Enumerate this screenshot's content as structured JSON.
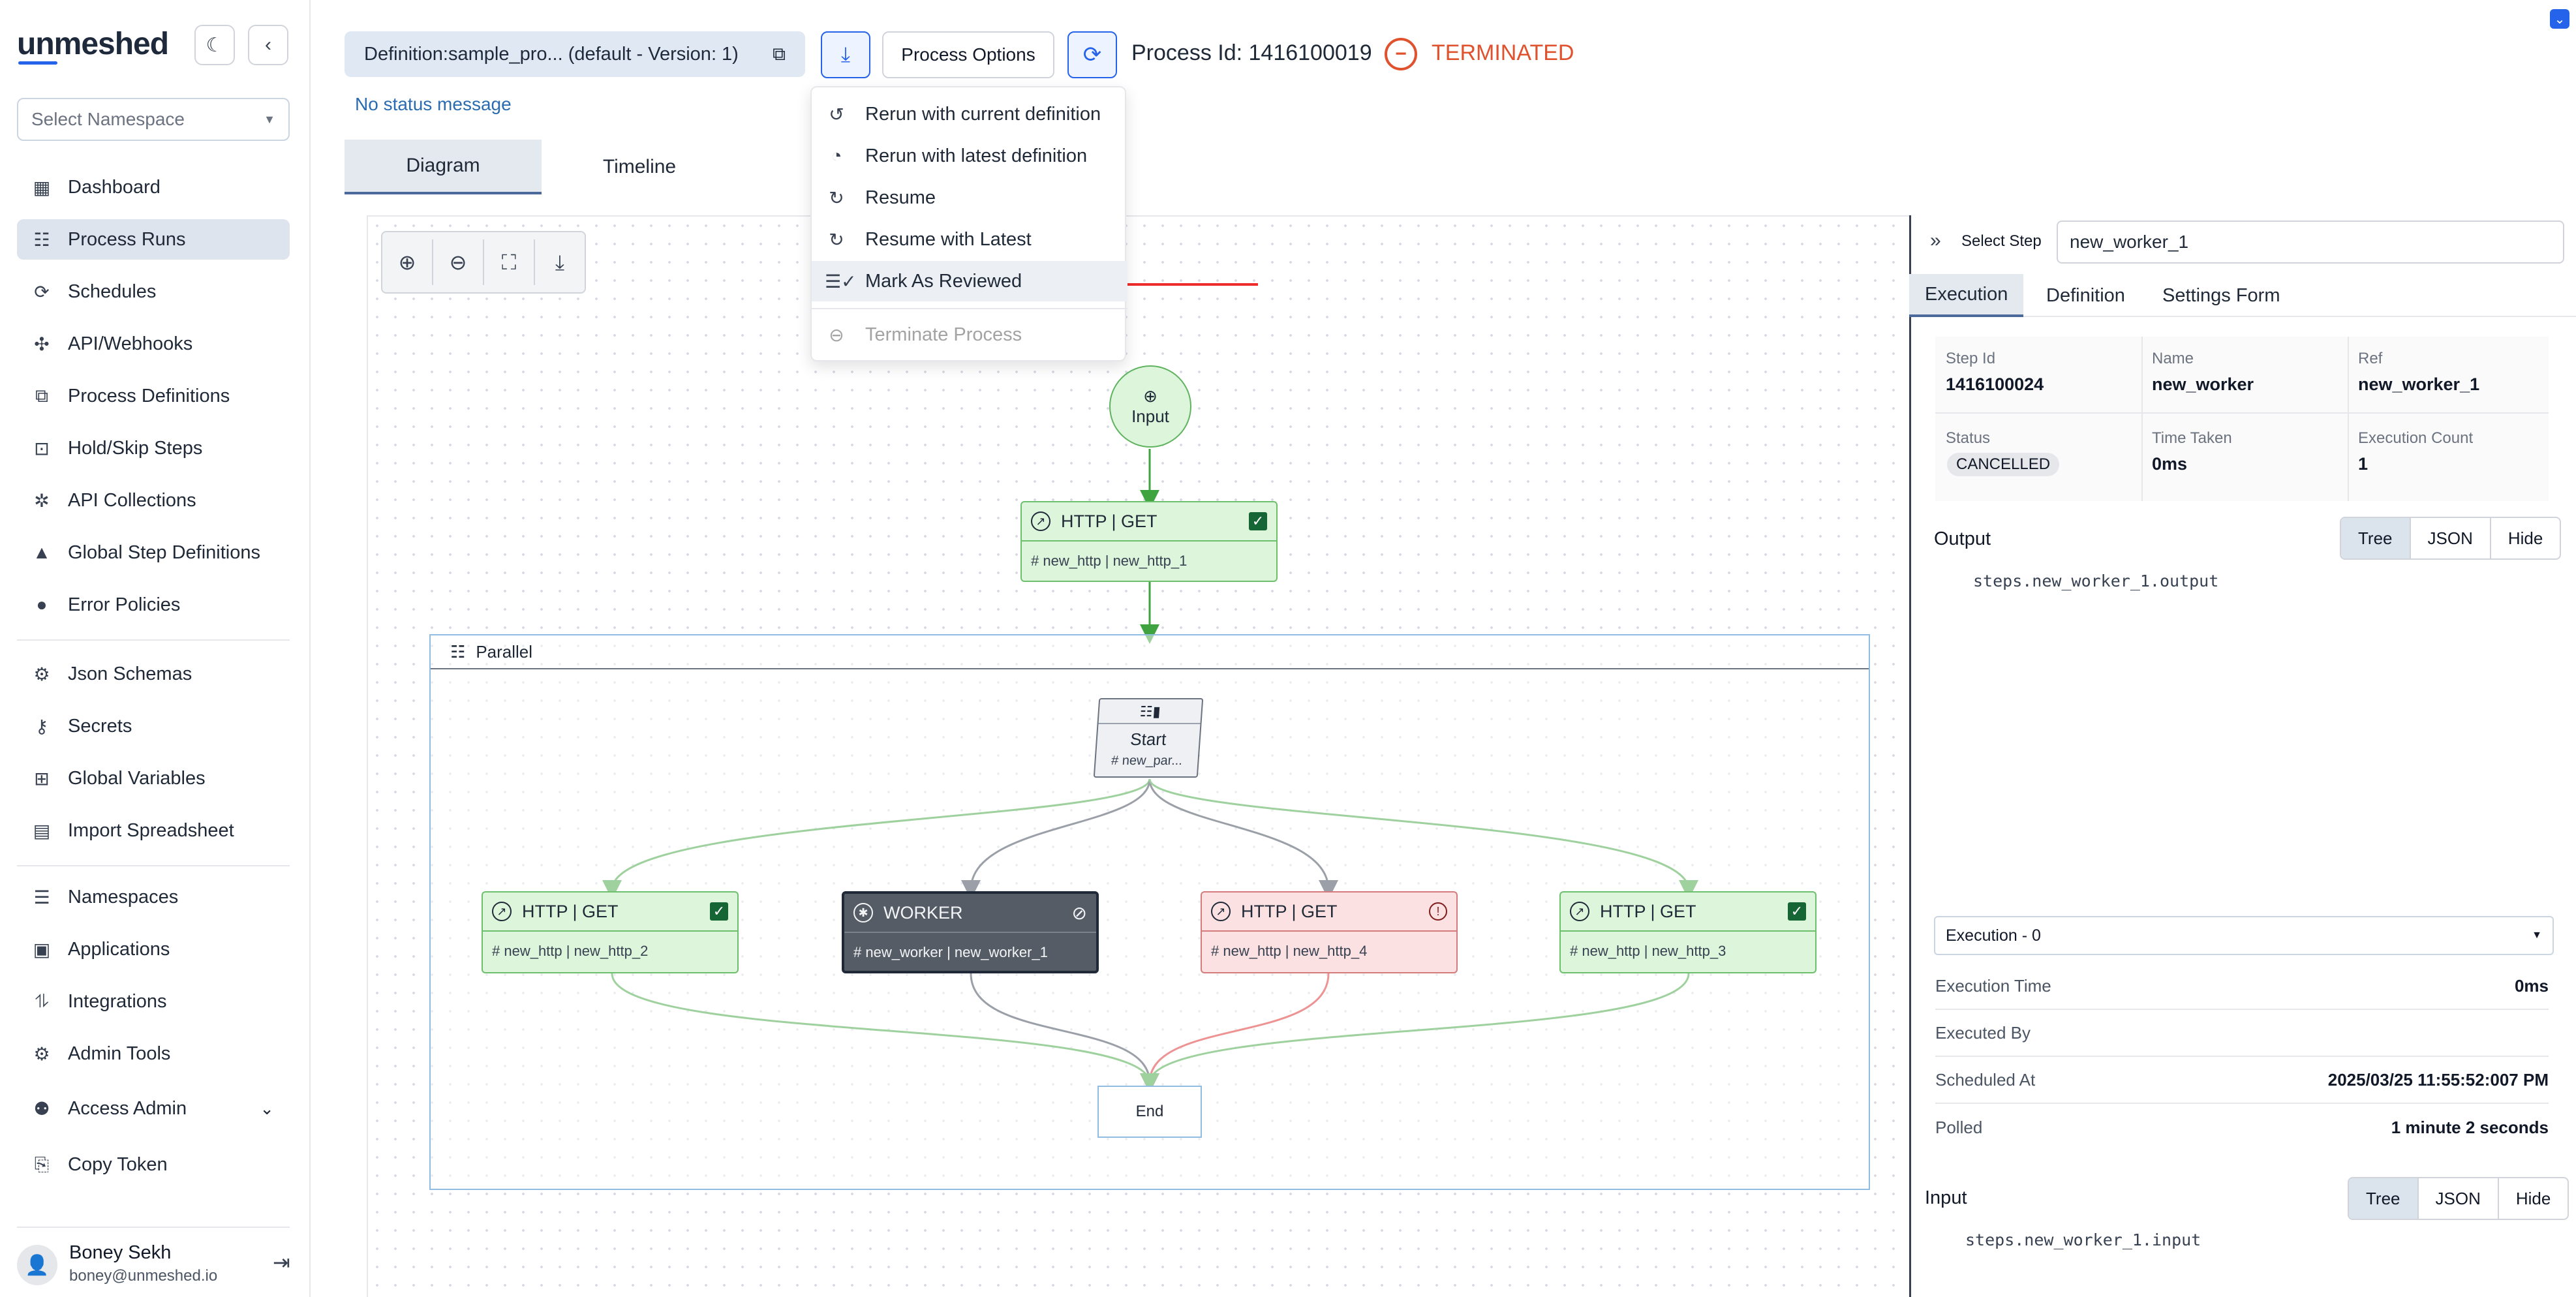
{
  "app": {
    "logo": "unmeshed"
  },
  "sidebar": {
    "namespace_placeholder": "Select Namespace",
    "items": [
      {
        "label": "Dashboard",
        "icon": "dashboard-icon"
      },
      {
        "label": "Process Runs",
        "icon": "process-runs-icon"
      },
      {
        "label": "Schedules",
        "icon": "schedules-icon"
      },
      {
        "label": "API/Webhooks",
        "icon": "webhooks-icon"
      },
      {
        "label": "Process Definitions",
        "icon": "process-definitions-icon"
      },
      {
        "label": "Hold/Skip Steps",
        "icon": "hold-skip-icon"
      },
      {
        "label": "API Collections",
        "icon": "api-collections-icon"
      },
      {
        "label": "Global Step Definitions",
        "icon": "global-steps-icon"
      },
      {
        "label": "Error Policies",
        "icon": "error-policies-icon"
      },
      {
        "label": "Json Schemas",
        "icon": "json-schemas-icon"
      },
      {
        "label": "Secrets",
        "icon": "key-icon"
      },
      {
        "label": "Global Variables",
        "icon": "global-variables-icon"
      },
      {
        "label": "Import Spreadsheet",
        "icon": "spreadsheet-icon"
      },
      {
        "label": "Namespaces",
        "icon": "namespaces-icon"
      },
      {
        "label": "Applications",
        "icon": "applications-icon"
      },
      {
        "label": "Integrations",
        "icon": "integrations-icon"
      },
      {
        "label": "Admin Tools",
        "icon": "admin-tools-icon"
      },
      {
        "label": "Access Admin",
        "icon": "access-admin-icon"
      },
      {
        "label": "Copy Token",
        "icon": "copy-icon"
      }
    ],
    "user": {
      "name": "Boney Sekh",
      "email": "boney@unmeshed.io"
    }
  },
  "topbar": {
    "definition_label": "Definition:sample_pro...  (default - Version: 1)",
    "process_options": "Process Options",
    "process_id": "Process Id: 1416100019",
    "status": "TERMINATED",
    "status_message": "No status message"
  },
  "tabs": {
    "diagram": "Diagram",
    "timeline": "Timeline"
  },
  "menu": {
    "items": [
      {
        "label": "Rerun with current definition",
        "icon": "rerun-icon"
      },
      {
        "label": "Rerun with latest definition",
        "icon": "rerun-latest-icon"
      },
      {
        "label": "Resume",
        "icon": "resume-icon"
      },
      {
        "label": "Resume with Latest",
        "icon": "resume-latest-icon"
      },
      {
        "label": "Mark As Reviewed",
        "icon": "mark-reviewed-icon"
      },
      {
        "label": "Terminate Process",
        "icon": "terminate-icon"
      }
    ]
  },
  "diagram": {
    "input": "Input",
    "http_top": {
      "title": "HTTP  | GET",
      "sub": "# new_http | new_http_1"
    },
    "parallel": "Parallel",
    "start": {
      "title": "Start",
      "sub": "# new_par..."
    },
    "branches": [
      {
        "title": "HTTP  | GET",
        "sub": "# new_http | new_http_2"
      },
      {
        "title": "WORKER",
        "sub": "# new_worker | new_worker_1"
      },
      {
        "title": "HTTP  | GET",
        "sub": "# new_http | new_http_4"
      },
      {
        "title": "HTTP  | GET",
        "sub": "# new_http | new_http_3"
      }
    ],
    "end": "End"
  },
  "panel": {
    "select_step_label": "Select Step",
    "select_step_value": "new_worker_1",
    "tabs": [
      "Execution",
      "Definition",
      "Settings Form"
    ],
    "step_id_label": "Step Id",
    "step_id": "1416100024",
    "name_label": "Name",
    "name": "new_worker",
    "ref_label": "Ref",
    "ref": "new_worker_1",
    "status_label": "Status",
    "status": "CANCELLED",
    "time_taken_label": "Time Taken",
    "time_taken": "0ms",
    "exec_count_label": "Execution Count",
    "exec_count": "1",
    "output_label": "Output",
    "view_modes": [
      "Tree",
      "JSON",
      "Hide"
    ],
    "output_value": "steps.new_worker_1.output",
    "execution_select": "Execution - 0",
    "details": [
      {
        "k": "Execution Time",
        "v": "0ms"
      },
      {
        "k": "Executed By",
        "v": ""
      },
      {
        "k": "Scheduled At",
        "v": "2025/03/25 11:55:52:007 PM"
      },
      {
        "k": "Polled",
        "v": "1 minute 2 seconds"
      }
    ],
    "input_label": "Input",
    "input_value": "steps.new_worker_1.input"
  }
}
